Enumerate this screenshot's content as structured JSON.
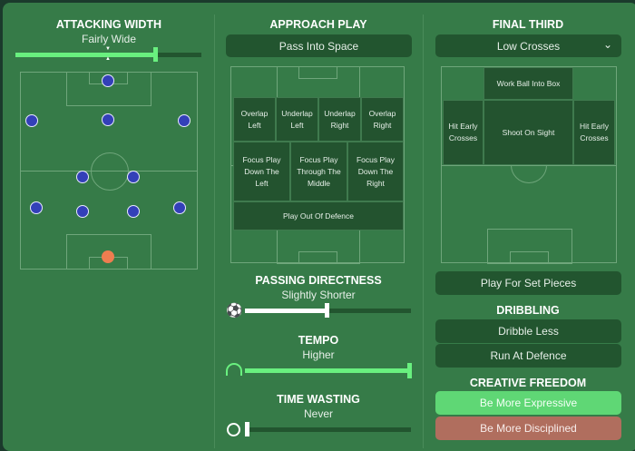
{
  "attacking_width": {
    "title": "ATTACKING WIDTH",
    "value": "Fairly Wide",
    "level": 0.79
  },
  "formation": {
    "players": [
      {
        "role": "outfield"
      },
      {
        "role": "outfield"
      },
      {
        "role": "outfield"
      },
      {
        "role": "outfield"
      },
      {
        "role": "outfield"
      },
      {
        "role": "outfield"
      },
      {
        "role": "outfield"
      },
      {
        "role": "outfield"
      },
      {
        "role": "outfield"
      },
      {
        "role": "outfield"
      },
      {
        "role": "goalkeeper"
      }
    ],
    "colors": {
      "outfield": "#3340b8",
      "goalkeeper": "#ee7d50"
    }
  },
  "approach_play": {
    "title": "APPROACH PLAY",
    "selected": "Pass Into Space",
    "zones": [
      "Overlap Left",
      "Underlap Left",
      "Underlap Right",
      "Overlap Right",
      "Focus Play Down The Left",
      "Focus Play Through The Middle",
      "Focus Play Down The Right",
      "Play Out Of Defence"
    ]
  },
  "passing_directness": {
    "title": "PASSING DIRECTNESS",
    "value": "Slightly Shorter",
    "level": 0.5
  },
  "tempo": {
    "title": "TEMPO",
    "value": "Higher",
    "level": 1.0
  },
  "time_wasting": {
    "title": "TIME WASTING",
    "value": "Never",
    "level": 0.0
  },
  "final_third": {
    "title": "FINAL THIRD",
    "selected": "Low Crosses",
    "zones": [
      "Work Ball Into Box",
      "Hit Early Crosses",
      "Shoot On Sight",
      "Hit Early Crosses"
    ],
    "set_pieces": "Play For Set Pieces"
  },
  "dribbling": {
    "title": "DRIBBLING",
    "options": [
      "Dribble Less",
      "Run At Defence"
    ]
  },
  "creative_freedom": {
    "title": "CREATIVE FREEDOM",
    "options": [
      "Be More Expressive",
      "Be More Disciplined"
    ],
    "colors": [
      "#5fd775",
      "#b06e5e"
    ]
  },
  "accent": "#69f07f"
}
